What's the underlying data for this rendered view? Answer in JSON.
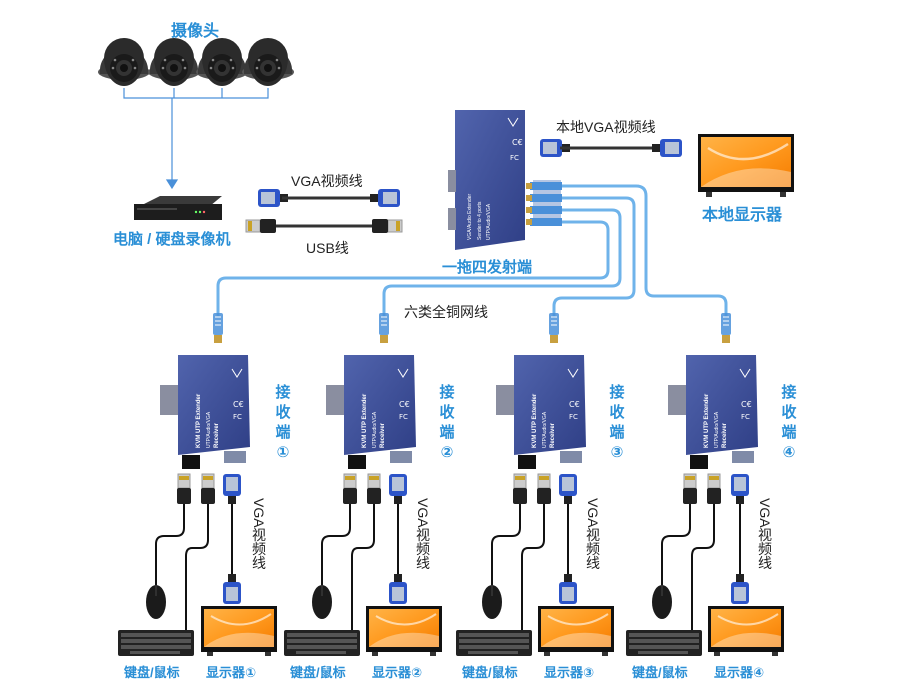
{
  "labels": {
    "camera": "摄像头",
    "pc_dvr": "电脑 / 硬盘录像机",
    "vga_cable": "VGA视频线",
    "usb_cable": "USB线",
    "sender": "一拖四发射端",
    "local_vga_cable": "本地VGA视频线",
    "local_monitor": "本地显示器",
    "cat6_cable": "六类全铜网线"
  },
  "sender_device": {
    "line1": "VGA/Audio Extender",
    "line2": "Sender to 4 ports",
    "line3": "UTP/Audio/VGA"
  },
  "receiver_device": {
    "line1": "KVM UTP Extender",
    "line2": "Receiver",
    "line3": "UTP/Audio/VGA"
  },
  "receivers": [
    {
      "receiver_label": "接收端①",
      "vga": "VGA视频线",
      "kbm": "键盘/鼠标",
      "monitor": "显示器①"
    },
    {
      "receiver_label": "接收端②",
      "vga": "VGA视频线",
      "kbm": "键盘/鼠标",
      "monitor": "显示器②"
    },
    {
      "receiver_label": "接收端③",
      "vga": "VGA视频线",
      "kbm": "键盘/鼠标",
      "monitor": "显示器③"
    },
    {
      "receiver_label": "接收端④",
      "vga": "VGA视频线",
      "kbm": "键盘/鼠标",
      "monitor": "显示器④"
    }
  ],
  "colors": {
    "accent": "#2a8fd6",
    "device": "#3b4f9a",
    "cable": "#6fb3ea"
  }
}
